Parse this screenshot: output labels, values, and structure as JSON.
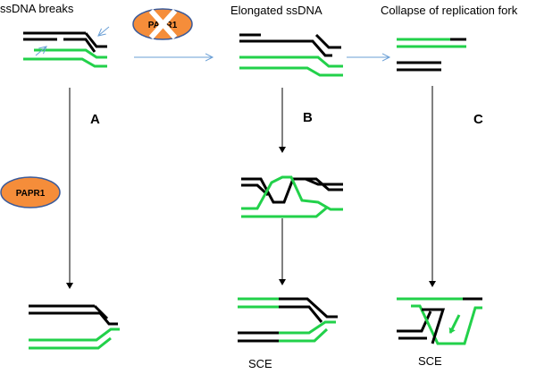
{
  "titles": {
    "ssdna_breaks": "ssDNA breaks",
    "elongated": "Elongated ssDNA",
    "collapse": "Collapse of replication fork"
  },
  "steps": {
    "a": "A",
    "b": "B",
    "c": "C"
  },
  "proteins": {
    "papr1_top": "PAPR1",
    "papr1_left": "PAPR1"
  },
  "outcomes": {
    "sce_b": "SCE",
    "sce_c": "SCE"
  },
  "colors": {
    "dna_black": "#000000",
    "dna_green": "#22d14a",
    "protein_fill": "#f58d3a",
    "protein_stroke": "#3a5a9a",
    "arrow_blue": "#6a9fd6"
  },
  "icons": {
    "inhibited_protein": "white-x-cross-icon"
  }
}
